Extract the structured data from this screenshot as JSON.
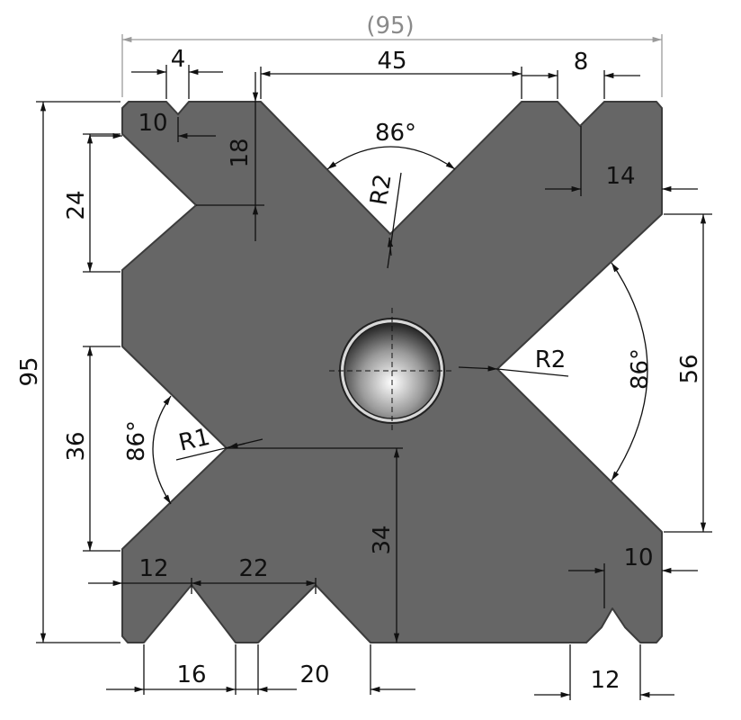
{
  "colors": {
    "part_fill": "#666666",
    "part_edge": "#3c3c3c",
    "dimension": "#111111",
    "reference_dimension": "#8a8a8a",
    "background": "#ffffff"
  },
  "dimensions": {
    "overall_width_reference": "(95)",
    "overall_height": "95",
    "top_small_groove_width": "4",
    "top_small_groove_offset": "10",
    "top_large_v_opening": "45",
    "top_large_v_depth": "18",
    "top_large_v_angle": "86°",
    "top_large_v_radius": "R2",
    "top_right_groove_width": "8",
    "top_right_groove_offset": "14",
    "left_upper_notch_height": "24",
    "left_lower_v_opening": "36",
    "left_lower_v_angle": "86°",
    "left_lower_v_radius": "R1",
    "right_v_opening": "56",
    "right_v_angle": "86°",
    "right_v_radius": "R2",
    "bottom_v_depth": "34",
    "bottom_left_offset": "12",
    "bottom_middle_spacing": "22",
    "bottom_groove_16": "16",
    "bottom_groove_20": "20",
    "bottom_right_offset": "10",
    "bottom_right_groove": "12"
  }
}
